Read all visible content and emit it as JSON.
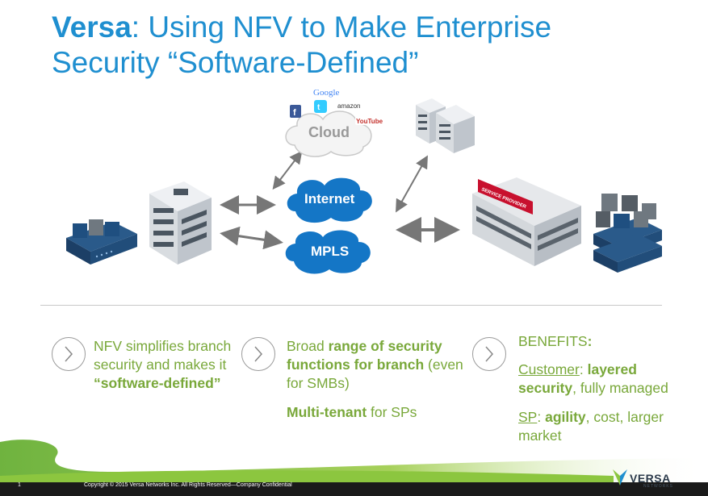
{
  "title": {
    "brand": "Versa",
    "rest": ": Using NFV to Make Enterprise Security “Software-Defined”"
  },
  "diagram": {
    "cloud_label": "Cloud",
    "internet_label": "Internet",
    "mpls_label": "MPLS",
    "service_provider_sign": "SERVICE PROVIDER",
    "logos": {
      "google": "Google",
      "amazon": "amazon",
      "youtube": "YouTube",
      "facebook": "f",
      "twitter": "t"
    }
  },
  "col1": {
    "line1": "NFV simplifies branch security and makes it ",
    "bold": "“software-defined”"
  },
  "col2": {
    "pre": "Broad ",
    "bold": "range of security functions for branch",
    "post": " (even for SMBs)",
    "line2_bold": "Multi-tenant",
    "line2_post": " for SPs"
  },
  "col3": {
    "heading": "BENEFITS",
    "heading_colon": ":",
    "customer_label": "Customer",
    "customer_colon": ": ",
    "customer_bold": "layered security",
    "customer_post": ", fully managed",
    "sp_label": "SP",
    "sp_colon": ": ",
    "sp_bold": "agility",
    "sp_post": ", cost, larger market"
  },
  "footer": {
    "page": "1",
    "copyright": "Copyright © 2015 Versa Networks Inc. All Rights Reserved—Company Confidential",
    "logo": "VERSA",
    "logo_sub": "NETWORKS"
  },
  "colors": {
    "title_blue": "#1f8fd0",
    "cloud_blue": "#1476c6",
    "text_green": "#79a83a",
    "band_green": "#8cc63f"
  }
}
